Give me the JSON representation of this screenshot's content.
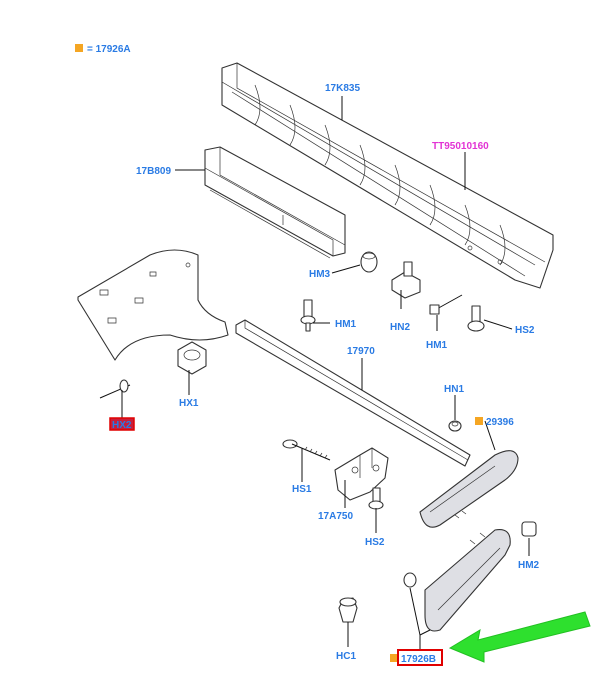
{
  "legend": {
    "text": "= 17926A",
    "marker_color": "#f5a623"
  },
  "colors": {
    "label_blue": "#2a7be4",
    "label_magenta": "#e233d4",
    "highlight_red": "#e00000",
    "highlight_fill": "#c81e3c",
    "marker_orange": "#f5a623",
    "arrow_green": "#2ee02e"
  },
  "labels": {
    "p17K835": "17K835",
    "pTT95010160": "TT95010160",
    "p17B809": "17B809",
    "pHM3": "HM3",
    "pHN2": "HN2",
    "pHM1a": "HM1",
    "pHM1b": "HM1",
    "pHS2a": "HS2",
    "p17970": "17970",
    "pHX1": "HX1",
    "pHN1": "HN1",
    "p29396": "29396",
    "pHS1": "HS1",
    "p17A750": "17A750",
    "pHS2b": "HS2",
    "pHM2": "HM2",
    "pHC1": "HC1",
    "p17926B": "17926B",
    "pHX2": "HX2"
  }
}
